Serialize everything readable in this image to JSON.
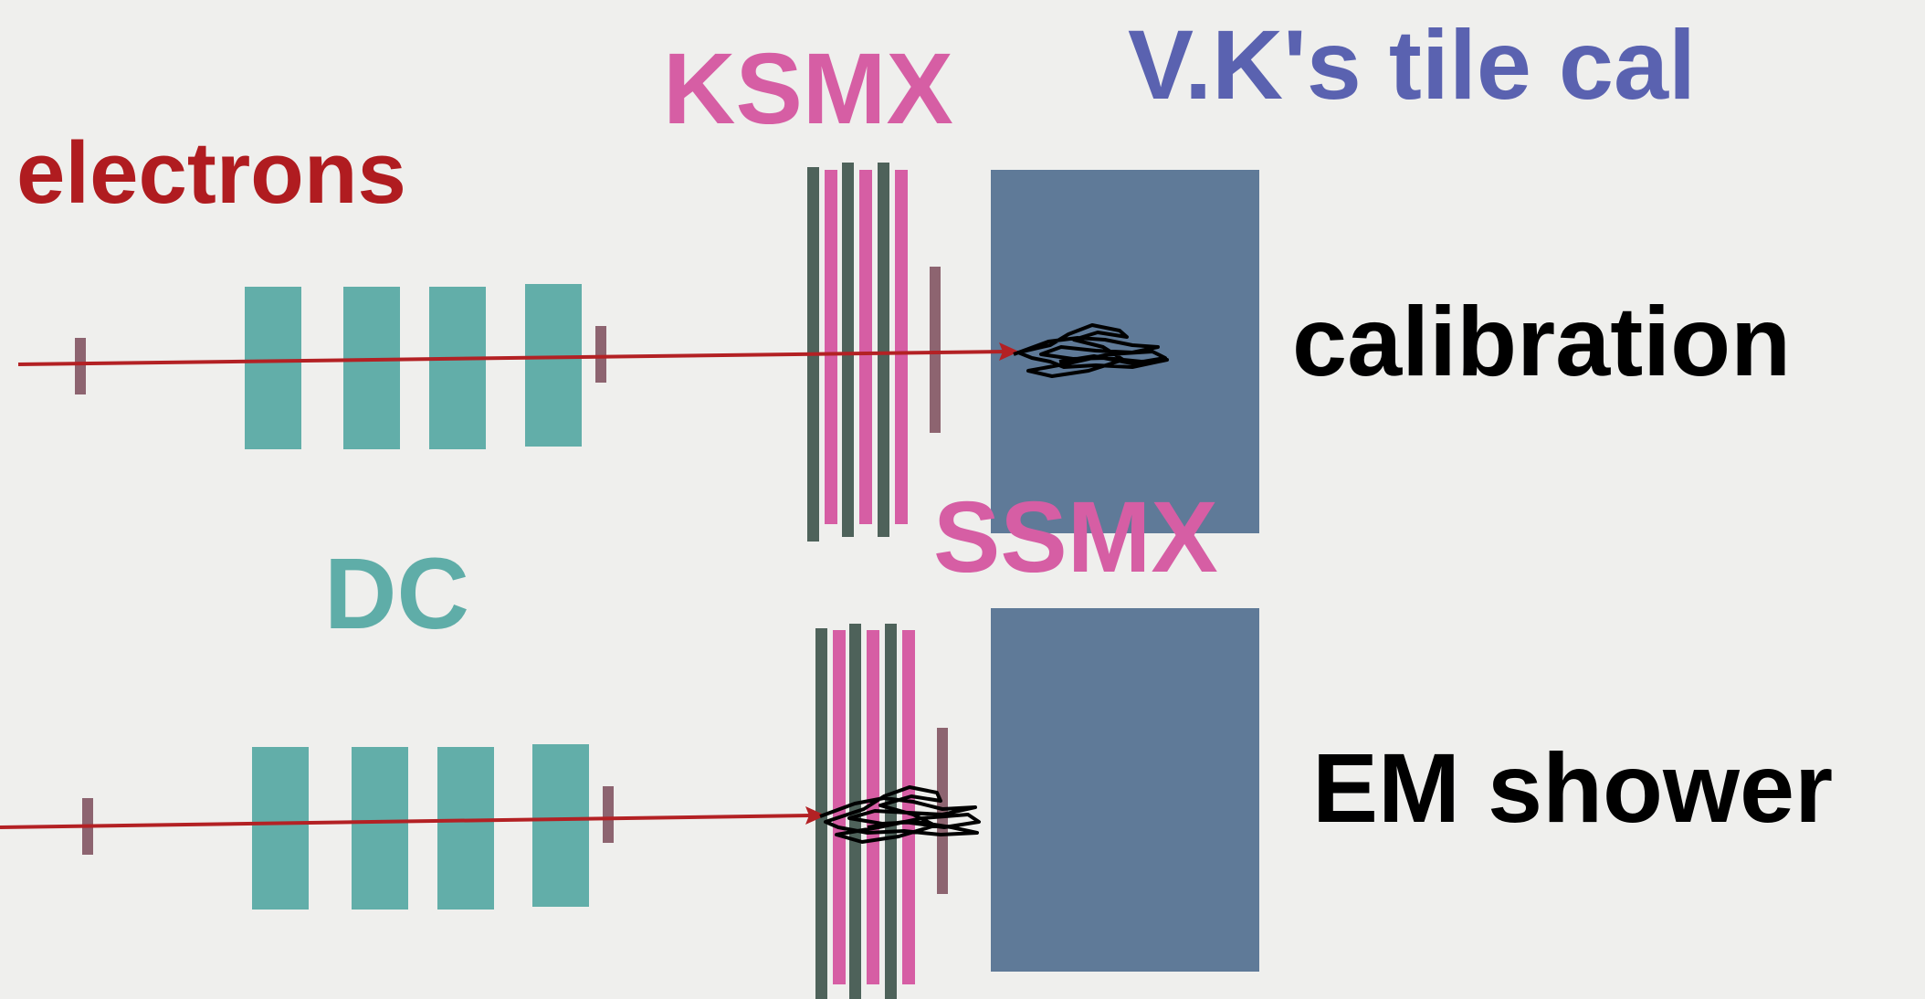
{
  "labels": {
    "electrons": "electrons",
    "ksmx": "KSMX",
    "vk_tile_cal": "V.K's tile cal",
    "calibration": "calibration",
    "ssmx": "SSMX",
    "dc": "DC",
    "em_shower": "EM shower"
  },
  "colors": {
    "background": "#efefed",
    "electrons_text": "#b01c20",
    "beam_line": "#b32124",
    "ksmx_text": "#d65ea4",
    "pink_layer": "#d65ea4",
    "dark_layer": "#4e625a",
    "tile_cal_text": "#5a62b0",
    "calorimeter_block": "#5f7a98",
    "dc_text": "#5fada8",
    "dc_chamber": "#62aea9",
    "marker": "#8d6470",
    "black_text": "#000000",
    "shower_strokes": "#000000"
  },
  "icons": {
    "beam_arrowhead": "triangle-arrowhead",
    "shower": "scribble-shower"
  }
}
